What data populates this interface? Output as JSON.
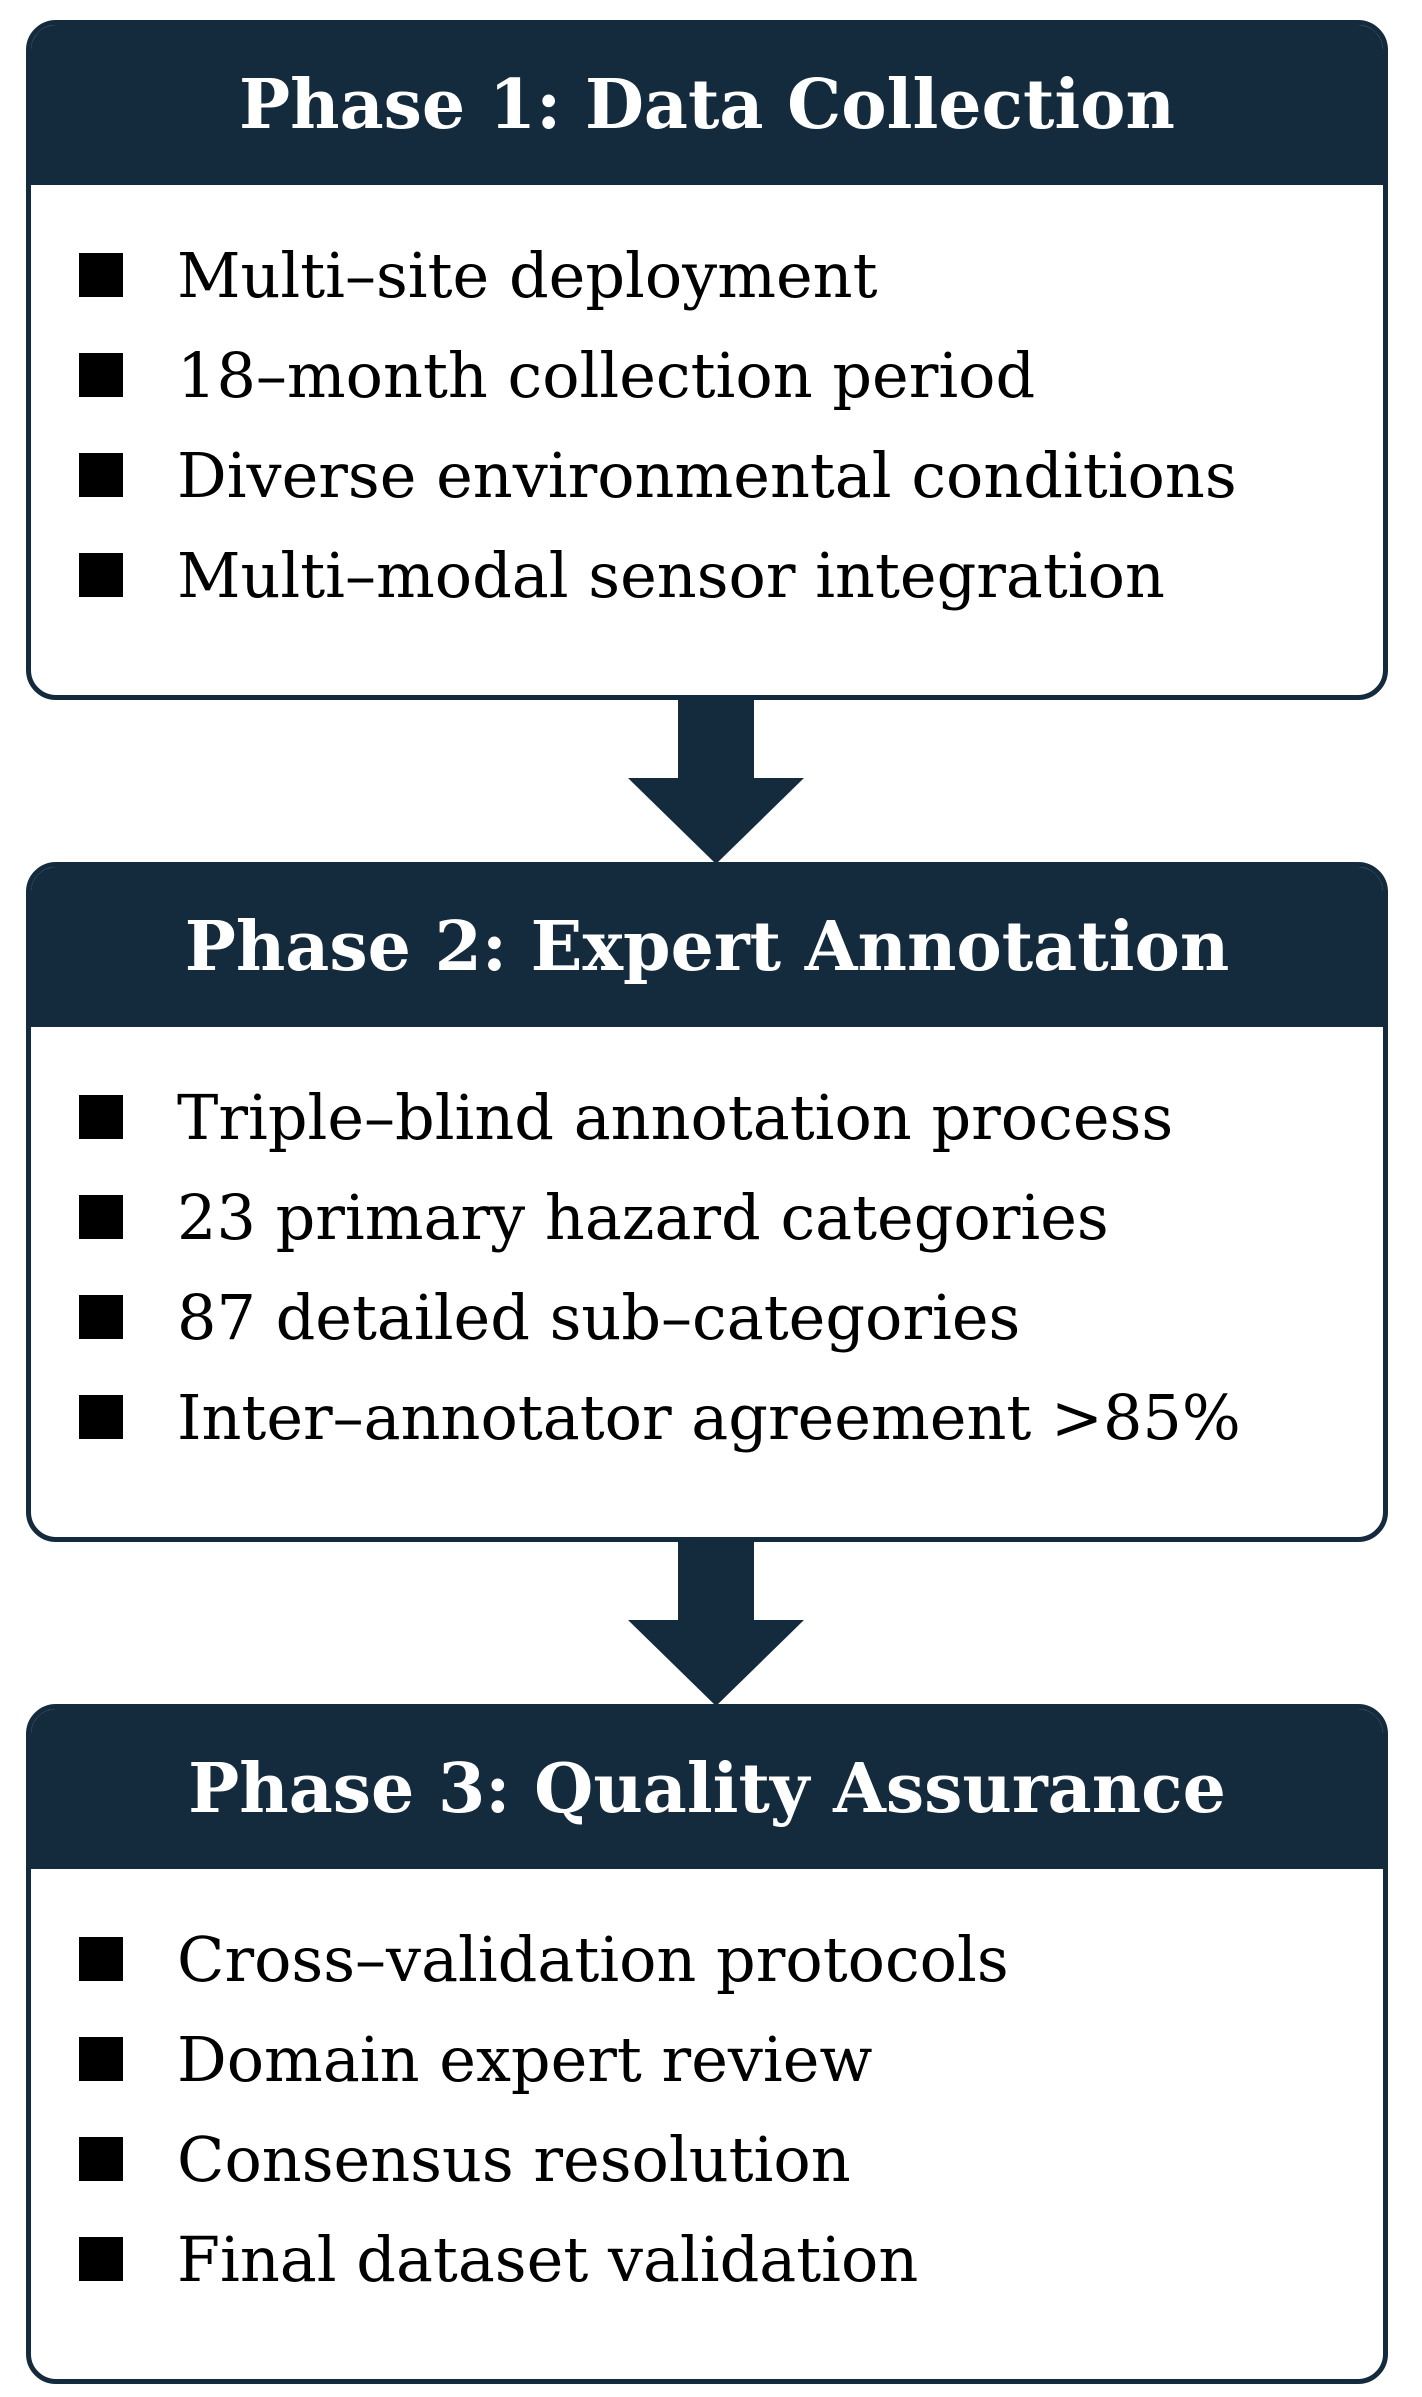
{
  "colors": {
    "header_bg": "#142a3d",
    "header_text": "#ffffff",
    "border": "#142a3d",
    "arrow": "#142a3d",
    "bullet": "#000000"
  },
  "phases": [
    {
      "title": "Phase 1: Data Collection",
      "items": [
        "Multi–site deployment",
        "18–month collection period",
        "Diverse environmental conditions",
        "Multi–modal sensor integration"
      ]
    },
    {
      "title": "Phase 2: Expert Annotation",
      "items": [
        "Triple–blind annotation process",
        "23 primary hazard categories",
        "87 detailed sub–categories",
        "Inter–annotator agreement >85%"
      ]
    },
    {
      "title": "Phase 3: Quality Assurance",
      "items": [
        "Cross–validation protocols",
        "Domain expert review",
        "Consensus resolution",
        "Final dataset validation"
      ]
    }
  ]
}
